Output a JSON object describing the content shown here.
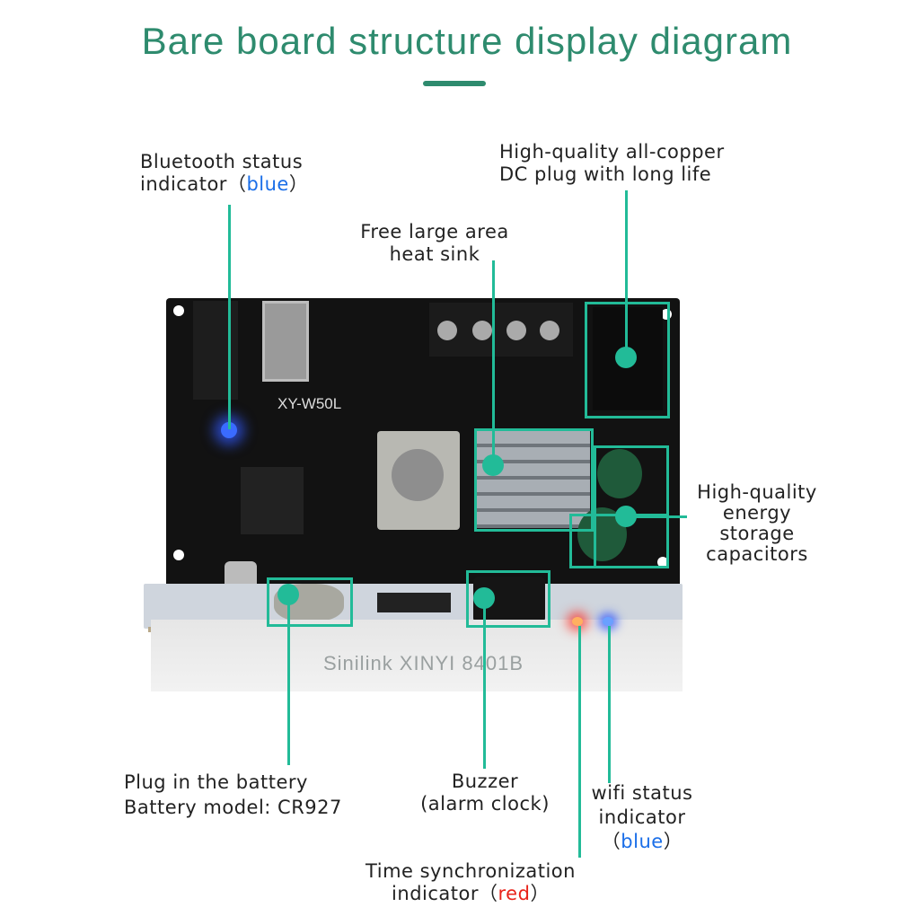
{
  "title": "Bare board structure display diagram",
  "board": {
    "model_print": "XY-W50L",
    "base_print": "Sinilink XINYI 8401B"
  },
  "colors": {
    "accent": "#22bb98",
    "title": "#2e8b6e",
    "blue_text": "#1a6ee8",
    "red_text": "#e8231a"
  },
  "labels": {
    "bluetooth": {
      "line1": "Bluetooth status",
      "line2_prefix": "indicator（",
      "line2_color": "blue",
      "line2_suffix": "）"
    },
    "dc_plug": {
      "line1": "High-quality all-copper",
      "line2": "DC plug with long life"
    },
    "heat_sink": {
      "line1": "Free large area",
      "line2": "heat sink"
    },
    "capacitors": {
      "line1": "High-quality",
      "line2": "energy",
      "line3": "storage",
      "line4": "capacitors"
    },
    "battery": {
      "line1": "Plug in the battery",
      "line2": "Battery model: CR927"
    },
    "buzzer": {
      "line1": "Buzzer",
      "line2": "(alarm clock)"
    },
    "wifi": {
      "line1": "wifi status",
      "line2": "indicator",
      "line3_prefix": "（",
      "line3_color": "blue",
      "line3_suffix": "）"
    },
    "time_sync": {
      "line1": "Time synchronization",
      "line2_prefix": "indicator（",
      "line2_color": "red",
      "line2_suffix": "）"
    }
  }
}
